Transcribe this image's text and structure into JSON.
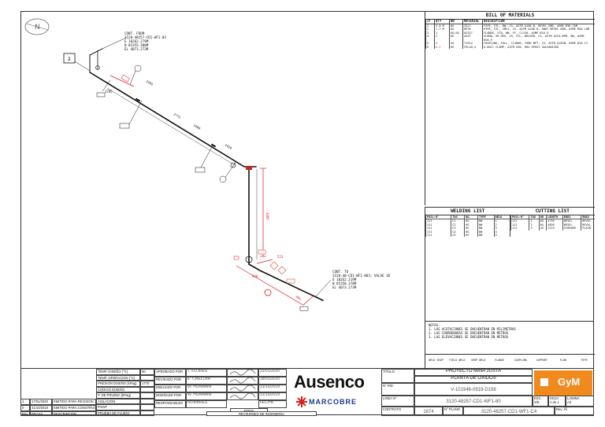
{
  "bom": {
    "title": "BILL OF MATERIALS",
    "headers": [
      "IT",
      "QTY",
      "ND",
      "MATERIAL",
      "DESCRIPTION"
    ],
    "rows": [
      {
        "it": "1",
        "qty": "5.8 M",
        "nd": "6G",
        "mat": "3327",
        "desc": "PIPE, STL, BW, CS, ASTM A106-B, BEVEL END, ASME B36.10M"
      },
      {
        "it": "2",
        "qty": "1.7 M",
        "nd": "6G",
        "mat": "8P26",
        "desc": "PIPE, STL, SMLS, CS, ASTM A106-B, SWAT BEVEL END, ASME B36.10M"
      },
      {
        "it": "3",
        "qty": "1",
        "nd": "6G/4G",
        "mat": "GG327",
        "desc": "FLANGE, STD, WN, FF, CL150, ASME B16.5"
      },
      {
        "it": "4",
        "qty": "2",
        "nd": "6G",
        "mat": "4V2F",
        "desc": "ELBOW, 90 DEG, LR, STL, WELDED, CS, ASTM A234-WPB, BW, ASME B16.9"
      },
      {
        "it": "5",
        "qty": "1",
        "nd": "4G",
        "mat": "T1914",
        "desc": "COUPLING, FULL, CL3000, THRD NPT, CS, ASTM A105N, ASME B16.11"
      },
      {
        "it": "6",
        "qty": "6.2",
        "nd": "6G",
        "mat": "C9L4Q-4",
        "desc": "U-BOLT CLAMP, ASTM A36, HDG EPOXY GALVANIZED"
      }
    ]
  },
  "welding": {
    "title": "WELDING LIST",
    "headers": [
      "POSL-N°",
      "TAG",
      "NO.",
      "TYPE",
      "WELD"
    ],
    "rows": [
      [
        "111",
        "C1",
        "6G",
        "BW",
        "1"
      ],
      [
        "111",
        "C2",
        "6G",
        "BW",
        "2"
      ],
      [
        "111",
        "C3",
        "6G",
        "BW",
        "3"
      ],
      [
        "111",
        "C4",
        "6G",
        "BW",
        "4"
      ],
      [
        "111",
        "C5",
        "6G",
        "BW",
        "5"
      ]
    ]
  },
  "cutting": {
    "title": "CUTTING LIST",
    "headers": [
      "POSL-N°",
      "TAG",
      "ND",
      "LENGTH",
      "END1",
      "END2"
    ],
    "rows": [
      [
        "111",
        "1",
        "6G",
        "4795",
        "BEVEL",
        "BEVEL"
      ],
      [
        "111",
        "2",
        "6G",
        "4895",
        "BEVEL",
        "BEVEL"
      ],
      [
        "111",
        "3",
        "4G",
        "1215",
        "SCREWED",
        "PLAIN"
      ]
    ]
  },
  "notes": {
    "title": "NOTAS:",
    "items": [
      "1. LAS ACOTACIONES SE ENCUENTRAN EN MILIMETROS",
      "2. LAS COORDENADAS SE ENCUENTRAN EN METROS",
      "3. LAS ELEVACIONES SE ENCUENTRAN EN METROS"
    ]
  },
  "legend": [
    "WELD SHOP",
    "FIELD WELD",
    "SHOP WELD",
    "FLANGE",
    "COUPLING",
    "SUPPORT",
    "FLOW",
    "PIPE"
  ],
  "iso": {
    "tag": "2",
    "conn_top": [
      "CONT. FROM",
      "3120-48257-CD1-WF1-03",
      "E 10262.279M",
      "N 85355.300M",
      "EL 4073.273M"
    ],
    "conn_bottom": [
      "CONT. TO",
      "3120-40-CD1-WF1-003; VALVE 3D",
      "E 10262.219M",
      "N 85350.378M",
      "EL 4073.273M"
    ],
    "dims": [
      "2775",
      "3300",
      "3485",
      "523",
      "405",
      "1785"
    ],
    "iso_labels": [
      "2295",
      "1420",
      "940"
    ]
  },
  "titleblock": {
    "rev_rows": [
      {
        "rev": "0",
        "fecha": "31/10/2019",
        "desc": "EMITIDO PARA CONSTRUCCION"
      },
      {
        "rev": "1",
        "fecha": "17/01/2020",
        "desc": "EMITIDO PARA REVISION"
      }
    ],
    "rev_headers": [
      "Rev.",
      "FECHA",
      "DESCRIPCION"
    ],
    "design_params": [
      "TEMP. DISEÑO (°C)",
      "TEMP. OPERACION (°C)",
      "PRESION DISEÑO (kPag)",
      "CODIGO DISEÑO",
      "P. DE PRUEBA (kPag)",
      "AISLACION",
      "PAINT",
      "PRUEBA DE FLUIDO"
    ],
    "design_values": [
      "60",
      "",
      "1770",
      "",
      "",
      "",
      "",
      ""
    ],
    "roles": [
      "APROBADO POR",
      "REVISADO POR",
      "DIBUJADO POR",
      "DISEÑADO POR",
      "RESPONSABLES"
    ],
    "names": [
      "T. FLORES",
      "E. CRELLAR",
      "W. HUAMANI",
      "W. HUAMANI",
      "NOMBRES"
    ],
    "dates": [
      "31/01/2020",
      "28/01/2020",
      "31/10/2019",
      "31/10/2019",
      "FECHA"
    ],
    "firma": "FIRMA",
    "rev_ing": "REVISIONES DE INGENIERIA",
    "company": "Ausenco",
    "subcompany": "MARCOBRE",
    "titulo_label": "TITULO",
    "titulo1": "PROYECTO MINA JUSTA",
    "titulo2": "PLANTA DE OXIDOS",
    "pid_label": "N° PID",
    "pid": "V-101946-0919-D198",
    "linea_label": "LINEA N°",
    "linea": "3120-48257-CD1-WF1-80",
    "contrato_label": "CONTRATO",
    "contrato": "1874",
    "plano_label": "N° PLANO",
    "plano": "3120-48257-CD1-WF1-C4",
    "esc_label": "ESC.",
    "esc": "S/E",
    "hoja_label": "HOJA",
    "hoja": "1 de 1",
    "lamina_label": "LAMINA",
    "lamina": "A3",
    "rev_label": "Rev.",
    "rev": "A",
    "gym": "GyM"
  },
  "colors": {
    "red": "#d91e1e",
    "orange": "#f08a1d",
    "line": "#222"
  }
}
